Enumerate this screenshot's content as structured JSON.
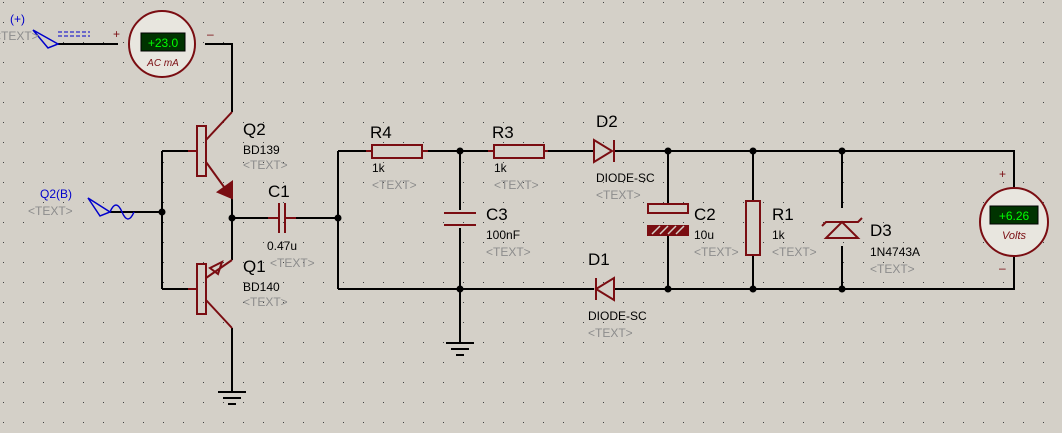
{
  "placeholder_text": "<TEXT>",
  "terminals": {
    "power": {
      "label": "(+)",
      "text": "<TEXT>"
    },
    "generator": {
      "label": "Q2(B)",
      "text": "<TEXT>"
    }
  },
  "ammeter": {
    "reading": "+23.0",
    "unit": "AC mA",
    "plus": "+",
    "minus": "–"
  },
  "voltmeter": {
    "reading": "+6.26",
    "unit": "Volts",
    "plus": "+",
    "minus": "–"
  },
  "components": {
    "Q2": {
      "ref": "Q2",
      "value": "BD139"
    },
    "Q1": {
      "ref": "Q1",
      "value": "BD140"
    },
    "C1": {
      "ref": "C1",
      "value": "0.47u"
    },
    "R4": {
      "ref": "R4",
      "value": "1k"
    },
    "R3": {
      "ref": "R3",
      "value": "1k"
    },
    "C3": {
      "ref": "C3",
      "value": "100nF"
    },
    "D2": {
      "ref": "D2",
      "value": "DIODE-SC"
    },
    "D1": {
      "ref": "D1",
      "value": "DIODE-SC"
    },
    "C2": {
      "ref": "C2",
      "value": "10u"
    },
    "R1": {
      "ref": "R1",
      "value": "1k"
    },
    "D3": {
      "ref": "D3",
      "value": "1N4743A"
    }
  },
  "colors": {
    "background": "#d4d0c8",
    "grid_dot": "#404040",
    "wire": "#000000",
    "component": "#7a0d12",
    "meter_display": "#003300",
    "meter_digits": "#00ff00",
    "terminal": "#0000cc",
    "placeholder": "#8c8c8c"
  }
}
